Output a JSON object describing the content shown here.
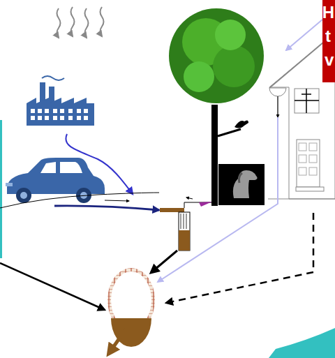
{
  "diagram": {
    "labels": [
      "H",
      "t",
      "v"
    ]
  }
}
